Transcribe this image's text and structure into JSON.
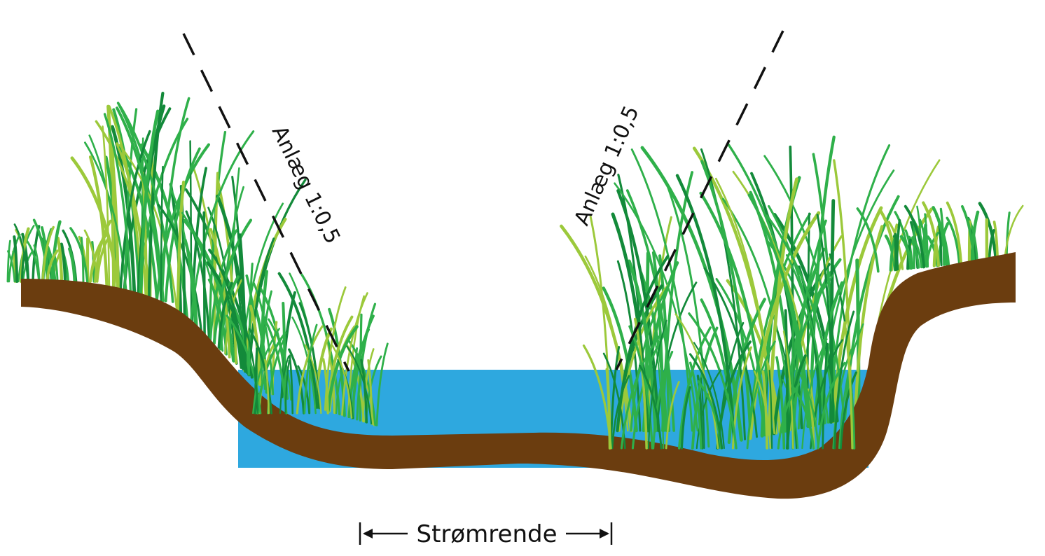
{
  "diagram": {
    "left_slope_label": "Anlæg 1:0,5",
    "right_slope_label": "Anlæg 1:0,5",
    "channel_label": "Strømrende"
  },
  "colors": {
    "water": "#2ea8df",
    "soil": "#6b3d0f",
    "grass_dark": "#138a3a",
    "grass_mid": "#2fb04a",
    "grass_light": "#9cc93b",
    "line": "#111111"
  }
}
